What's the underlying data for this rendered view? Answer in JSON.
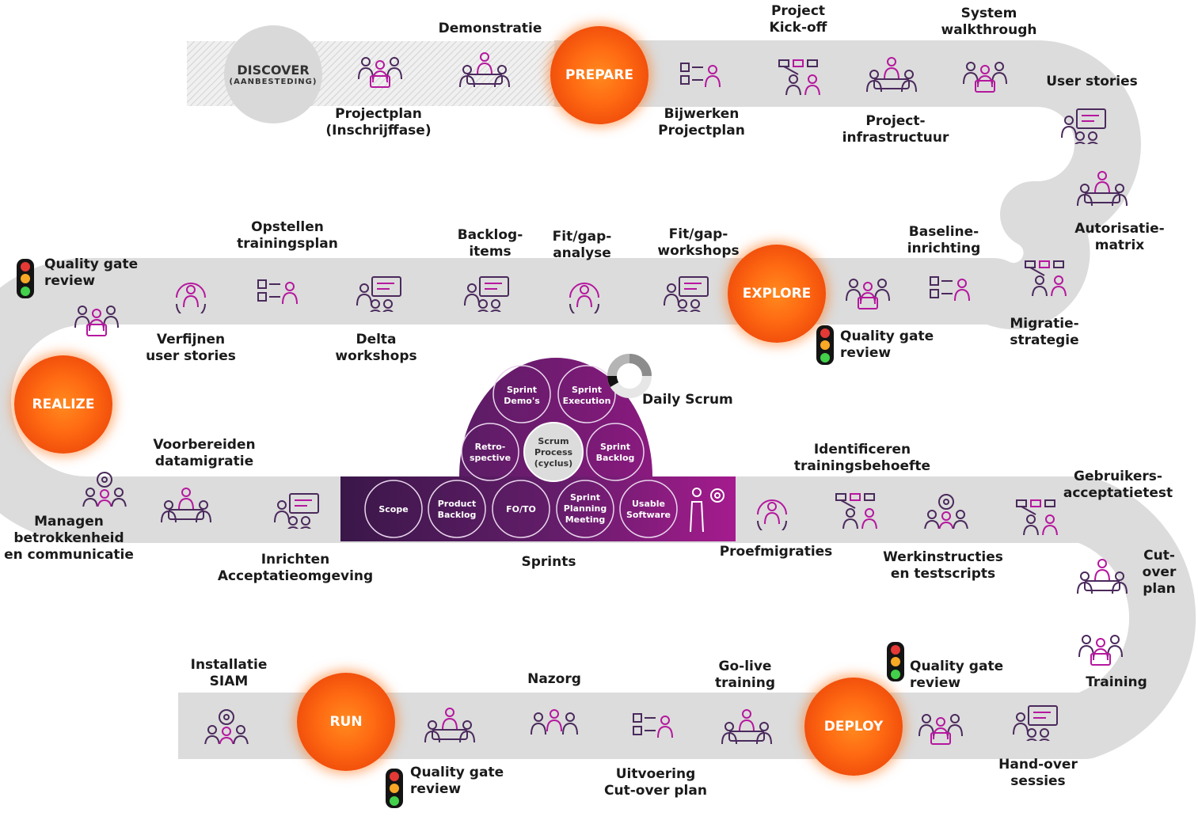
{
  "colors": {
    "road": "#dcdcdc",
    "phase_orange": "#f25a0f",
    "purple_dark": "#3f1a4e",
    "purple_mid": "#6e1e6e",
    "purple_bright": "#a51c8c",
    "icon_purple": "#4a2a5c",
    "icon_magenta": "#b5179e"
  },
  "discover": {
    "title": "DISCOVER",
    "subtitle": "(AANBESTEDING)"
  },
  "phases": {
    "prepare": "PREPARE",
    "explore": "EXPLORE",
    "realize": "REALIZE",
    "deploy": "DEPLOY",
    "run": "RUN"
  },
  "labels": {
    "demonstratie": "Demonstratie",
    "projectplan": "Projectplan\n(Inschrijffase)",
    "bijwerken": "Bijwerken\nProjectplan",
    "kickoff": "Project\nKick-off",
    "infrastructuur": "Project-\ninfrastructuur",
    "walkthrough": "System\nwalkthrough",
    "userstories": "User stories",
    "autorisatie": "Autorisatie-\nmatrix",
    "migratie": "Migratie-\nstrategie",
    "baseline": "Baseline-\ninrichting",
    "qg_explore": "Quality gate\nreview",
    "fitgap_workshops": "Fit/gap-\nworkshops",
    "fitgap_analyse": "Fit/gap-\nanalyse",
    "backlog_items": "Backlog-\nitems",
    "delta": "Delta\nworkshops",
    "trainingsplan": "Opstellen\ntrainingsplan",
    "verfijnen": "Verfijnen\nuser stories",
    "qg_realize": "Quality gate\nreview",
    "managen": "Managen\nbetrokkenheid\nen communicatie",
    "datamigratie": "Voorbereiden\ndatamigratie",
    "acceptatieomgeving": "Inrichten\nAcceptatieomgeving",
    "sprints": "Sprints",
    "daily_scrum": "Daily Scrum",
    "proefmigraties": "Proefmigraties",
    "trainingsbehoefte": "Identificeren\ntrainingsbehoefte",
    "werkinstructies": "Werkinstructies\nen testscripts",
    "gebruikers": "Gebruikers-\nacceptatietest",
    "cutover_plan": "Cut-over\nplan",
    "training": "Training",
    "handover": "Hand-over\nsessies",
    "qg_deploy": "Quality gate\nreview",
    "golive": "Go-live\ntraining",
    "uitvoering": "Uitvoering\nCut-over plan",
    "nazorg": "Nazorg",
    "qg_run": "Quality gate\nreview",
    "siam": "Installatie\nSIAM"
  },
  "scrum": {
    "center": [
      "Scrum",
      "Process",
      "(cyclus)"
    ],
    "circles": [
      [
        "Sprint",
        "Demo's"
      ],
      [
        "Sprint",
        "Execution"
      ],
      [
        "Sprint",
        "Backlog"
      ],
      [
        "Retro-",
        "spective"
      ]
    ],
    "band": [
      [
        "Scope"
      ],
      [
        "Product",
        "Backlog"
      ],
      [
        "FO/TO"
      ],
      [
        "Sprint",
        "Planning",
        "Meeting"
      ],
      [
        "Usable",
        "Software"
      ]
    ]
  },
  "icons": [
    "presenter-icon",
    "meeting-icon",
    "group-icon",
    "team-table-icon",
    "org-chart-icon",
    "checklist-icon",
    "cycle-icon",
    "gear-team-icon"
  ]
}
